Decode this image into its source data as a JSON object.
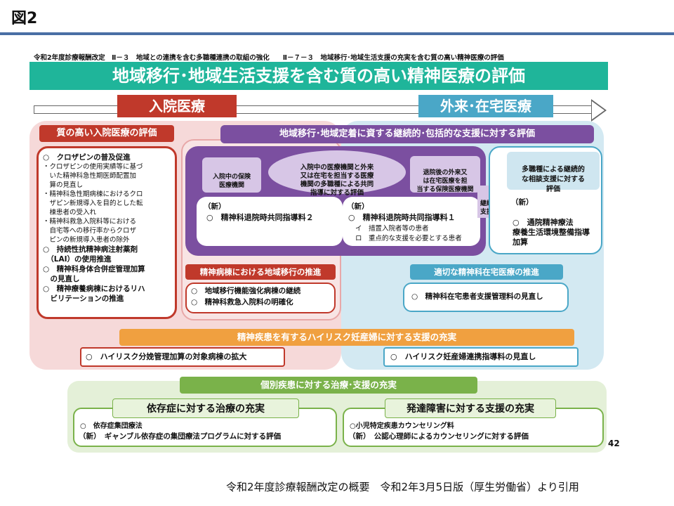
{
  "header": {
    "figure_label": "図2"
  },
  "slide": {
    "top_note": "令和2年度診療報酬改定　Ⅱ－３　地域との連携を含む多職種連携の取組の強化　　Ⅱ－７－３　地域移行･地域生活支援の充実を含む質の高い精神医療の評価",
    "banner": "地域移行･地域生活支援を含む質の高い精神医療の評価",
    "tag_inpatient": "入院医療",
    "tag_outpatient": "外来･在宅医療",
    "left_section": {
      "title": "質の高い入院医療の評価",
      "lines": [
        "○　クロザピンの普及促進",
        "・クロザピンの使用実績等に基づ",
        "　いた精神科急性期医師配置加",
        "　算の見直し",
        "・精神科急性期病棟におけるクロ",
        "　ザピン新規導入を目的とした転",
        "　棟患者の受入れ",
        "・精神科救急入院料等における",
        "　自宅等への移行率からクロザ",
        "　ピンの新規導入患者の除外",
        "○　持続性抗精神病注射薬剤",
        "　（LAI）の使用推進",
        "○　精神科身体合併症管理加算",
        "　の見直し",
        "○　精神療養病棟におけるリハ",
        "　ビリテーションの推進"
      ]
    },
    "purple_section": {
      "title": "地域移行･地域定着に資する継続的･包括的な支援に対する評価",
      "box_inpatient_inst": "入院中の保険\n医療機関",
      "box_center_oval": "入院中の医療機関と外来\n又は在宅を担当する医療\n機関の多職種による共同\n指導に対する評価",
      "box_discharge_inst": "退院後の外来又\nは在宅医療を担\n当する保険医療機関",
      "new_label_1": "（新）",
      "item_1": "○　精神科退院時共同指導料２",
      "new_label_2": "（新）",
      "item_2": "○　精神科退院時共同指導料１",
      "item_2_a": "イ　措置入院者等の患者",
      "item_2_b": "ロ　重点的な支援を必要とする患者",
      "continue_arrow": "継続\n支援",
      "right_box_title": "多職種による継続的\nな相談支援に対する\n評価",
      "right_new": "（新）",
      "right_item": "○　通院精神療法\n療養生活環境整備指導\n加算"
    },
    "ward_section": {
      "title": "精神病棟における地域移行の推進",
      "item_1": "○　地域移行機能強化病棟の継続",
      "item_2": "○　精神科救急入院料の明確化"
    },
    "home_section": {
      "title": "適切な精神科在宅医療の推進",
      "item_1": "○　精神科在宅患者支援管理料の見直し"
    },
    "pregnancy_section": {
      "title": "精神疾患を有するハイリスク妊産婦に対する支援の充実",
      "item_left": "○　ハイリスク分娩管理加算の対象病棟の拡大",
      "item_right": "○　ハイリスク妊産婦連携指導料の見直し"
    },
    "individual_section": {
      "title": "個別疾患に対する治療･支援の充実",
      "left_title": "依存症に対する治療の充実",
      "left_line_1": "○　依存症集団療法",
      "left_line_2": "（新）　ギャンブル依存症の集団療法プログラムに対する評価",
      "right_title": "発達障害に対する支援の充実",
      "right_line_1": "○小児特定疾患カウンセリング料",
      "right_line_2": "（新）　公認心理師によるカウンセリングに対する評価"
    },
    "page_number": "42"
  },
  "footer": {
    "citation": "令和2年度診療報酬改定の概要　令和2年3月5日版（厚生労働省）より引用"
  },
  "colors": {
    "teal": "#1fb59a",
    "red": "#c0392b",
    "purple": "#7b4fa0",
    "blue": "#4aa7c7",
    "orange": "#f0a040",
    "green": "#7ab24a",
    "pink": "#f4d4d4",
    "lightblue": "#cfe6f0",
    "lightgreen": "#e4f0d8"
  }
}
